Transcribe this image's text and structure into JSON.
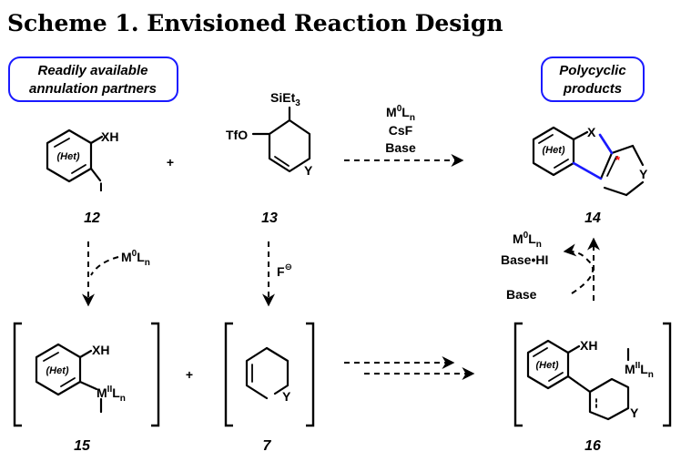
{
  "title": "Scheme 1. Envisioned Reaction Design",
  "boxes": {
    "partners_line1": "Readily available",
    "partners_line2": "annulation partners",
    "products_line1": "Polycyclic",
    "products_line2": "products",
    "border_color": "#1a1aff"
  },
  "compounds": {
    "c12": "12",
    "c13": "13",
    "c14": "14",
    "c15": "15",
    "c7": "7",
    "c16": "16"
  },
  "atoms": {
    "het": "(Het)",
    "xh": "XH",
    "i": "I",
    "tfo": "TfO",
    "siet": "SiEt",
    "siet_sub": "3",
    "y": "Y",
    "x": "X",
    "m": "M",
    "l": "L",
    "n": "n",
    "m0": "0",
    "mII": "II",
    "plus": "+",
    "star": "*",
    "f": "F",
    "minus": "⊖"
  },
  "conditions": {
    "catalyst_m": "M",
    "catalyst_sup": "0",
    "catalyst_l": "L",
    "catalyst_n": "n",
    "csf": "CsF",
    "base": "Base",
    "base_hi": "Base•HI",
    "base_bottom": "Base"
  },
  "colors": {
    "highlight_bond": "#1a1aff",
    "stereocenter": "#ff0000"
  }
}
